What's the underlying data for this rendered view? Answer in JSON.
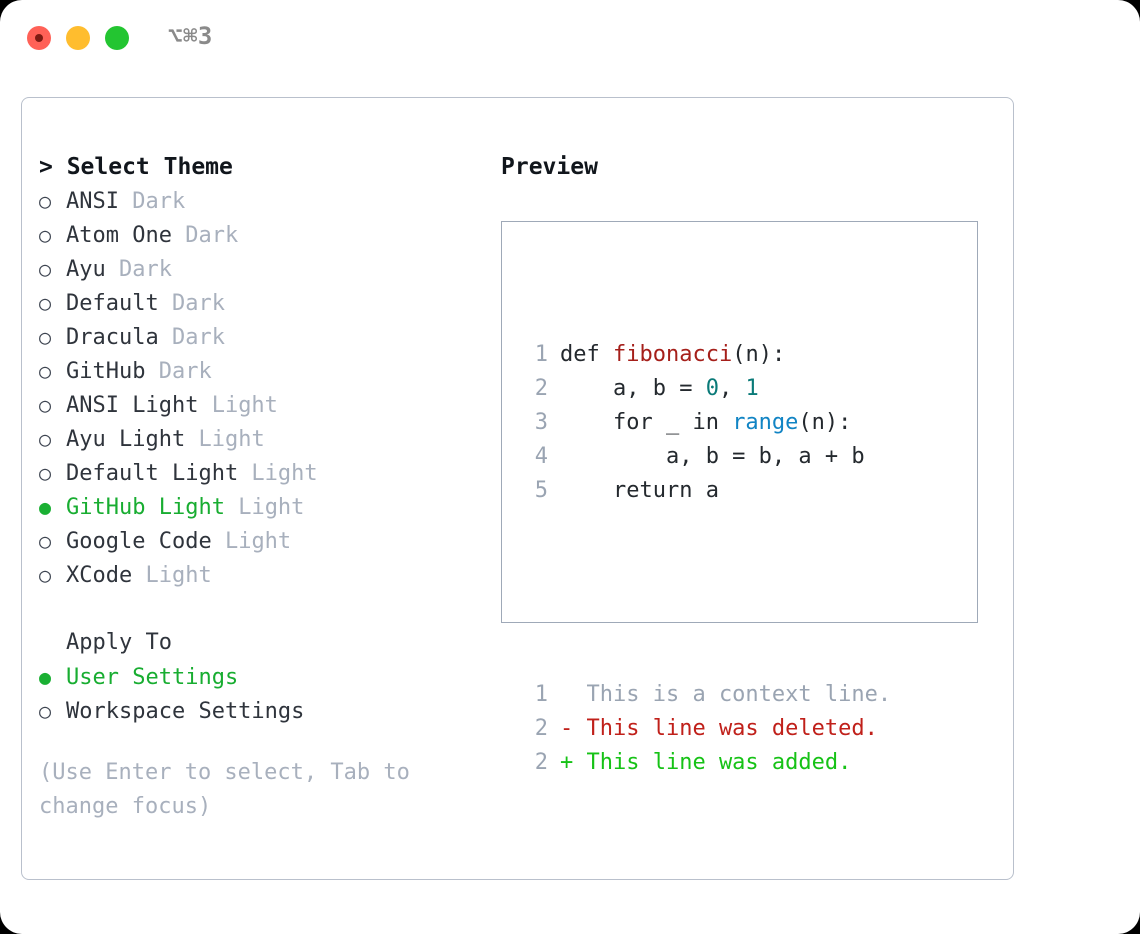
{
  "window": {
    "shortcut": "⌥⌘3",
    "traffic_lights": [
      "close-red",
      "minimize-yellow",
      "maximize-green"
    ]
  },
  "theme_panel": {
    "header": "> Select Theme",
    "items": [
      {
        "marker": "○",
        "name": "ANSI",
        "variant": "Dark",
        "selected": false
      },
      {
        "marker": "○",
        "name": "Atom One",
        "variant": "Dark",
        "selected": false
      },
      {
        "marker": "○",
        "name": "Ayu",
        "variant": "Dark",
        "selected": false
      },
      {
        "marker": "○",
        "name": "Default",
        "variant": "Dark",
        "selected": false
      },
      {
        "marker": "○",
        "name": "Dracula",
        "variant": "Dark",
        "selected": false
      },
      {
        "marker": "○",
        "name": "GitHub",
        "variant": "Dark",
        "selected": false
      },
      {
        "marker": "○",
        "name": "ANSI Light",
        "variant": "Light",
        "selected": false
      },
      {
        "marker": "○",
        "name": "Ayu Light",
        "variant": "Light",
        "selected": false
      },
      {
        "marker": "○",
        "name": "Default Light",
        "variant": "Light",
        "selected": false
      },
      {
        "marker": "●",
        "name": "GitHub Light",
        "variant": "Light",
        "selected": true
      },
      {
        "marker": "○",
        "name": "Google Code",
        "variant": "Light",
        "selected": false
      },
      {
        "marker": "○",
        "name": "XCode",
        "variant": "Light",
        "selected": false
      }
    ],
    "apply_to": {
      "heading": "Apply To",
      "options": [
        {
          "marker": "●",
          "label": "User Settings",
          "selected": true
        },
        {
          "marker": "○",
          "label": "Workspace Settings",
          "selected": false
        }
      ]
    },
    "hint": "(Use Enter to select, Tab to change focus)"
  },
  "preview_panel": {
    "header": "Preview",
    "code_lines": [
      {
        "number": "1",
        "tokens": [
          {
            "text": "def ",
            "type": "plain"
          },
          {
            "text": "fibonacci",
            "type": "fn"
          },
          {
            "text": "(n):",
            "type": "plain"
          }
        ]
      },
      {
        "number": "2",
        "tokens": [
          {
            "text": "    a, b = ",
            "type": "plain"
          },
          {
            "text": "0",
            "type": "num"
          },
          {
            "text": ", ",
            "type": "plain"
          },
          {
            "text": "1",
            "type": "num"
          }
        ]
      },
      {
        "number": "3",
        "tokens": [
          {
            "text": "    for _ in ",
            "type": "plain"
          },
          {
            "text": "range",
            "type": "call"
          },
          {
            "text": "(n):",
            "type": "plain"
          }
        ]
      },
      {
        "number": "4",
        "tokens": [
          {
            "text": "        a, b = b, a + b",
            "type": "plain"
          }
        ]
      },
      {
        "number": "5",
        "tokens": [
          {
            "text": "    return a",
            "type": "plain"
          }
        ]
      }
    ],
    "diff_lines": [
      {
        "number": "1",
        "text": "  This is a context line.",
        "kind": "context"
      },
      {
        "number": "2",
        "text": "- This line was deleted.",
        "kind": "deleted"
      },
      {
        "number": "2",
        "text": "+ This line was added.",
        "kind": "added"
      }
    ]
  },
  "colors": {
    "selected_green": "#18ad31",
    "muted_gray": "#a8b0bd",
    "diff_added": "#16c216",
    "diff_deleted": "#c0201a",
    "token_function": "#a51f1a",
    "token_number": "#0a7a78",
    "token_call": "#1184c4"
  }
}
